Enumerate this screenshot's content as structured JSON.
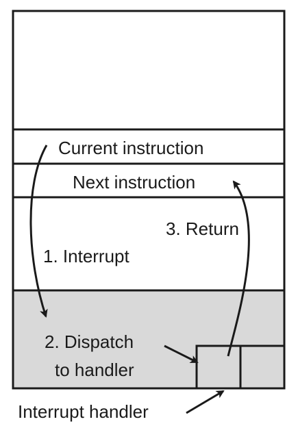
{
  "labels": {
    "current_instruction": "Current instruction",
    "next_instruction": "Next instruction",
    "step_interrupt": "1. Interrupt",
    "step_dispatch_line1": "2. Dispatch",
    "step_dispatch_line2": "to handler",
    "step_return": "3. Return",
    "interrupt_handler": "Interrupt handler"
  },
  "colors": {
    "handler_region_fill": "#d9d9d9",
    "line": "#1a1a1a",
    "background": "#ffffff"
  }
}
